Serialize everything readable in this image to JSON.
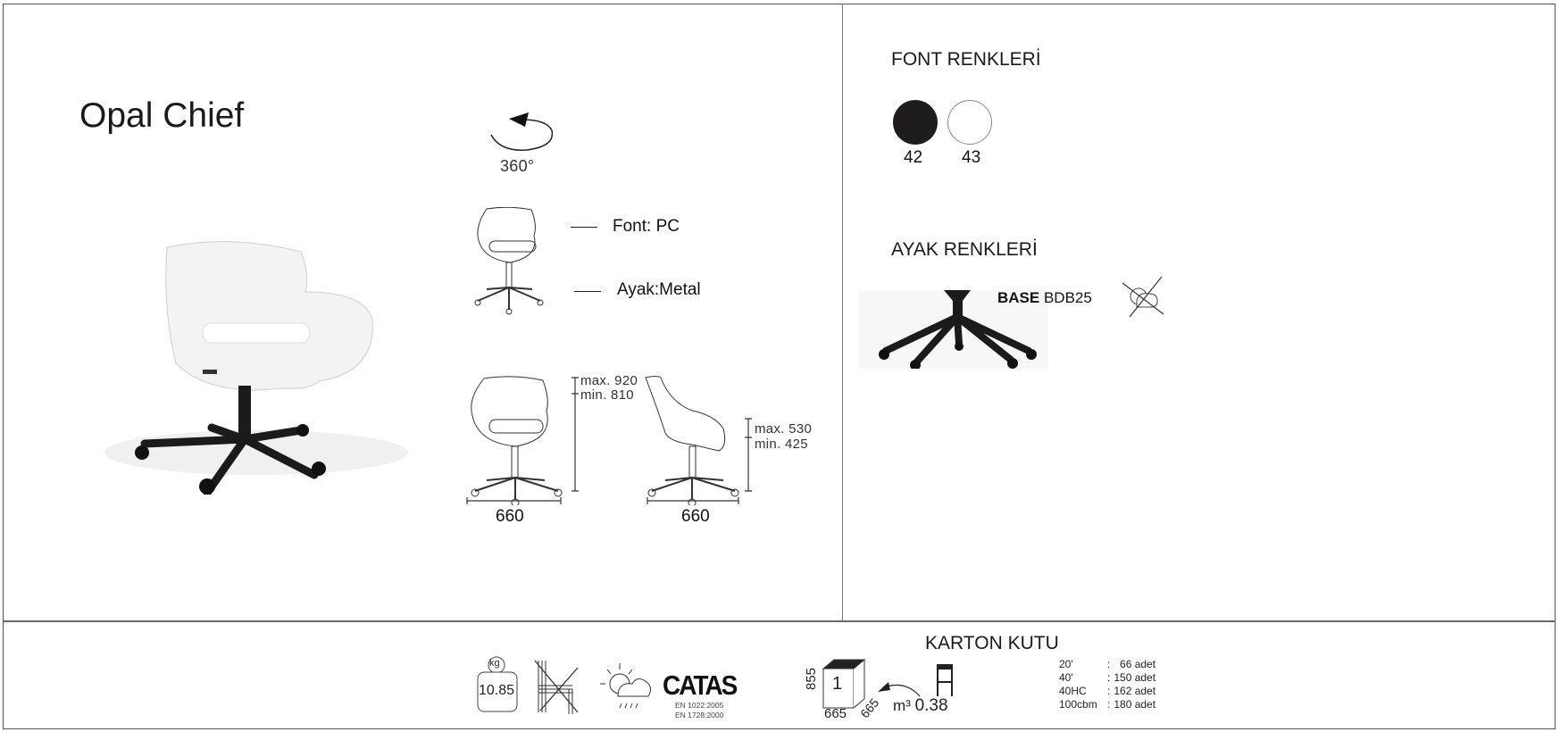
{
  "product": {
    "title": "Opal Chief"
  },
  "rotation": {
    "label": "360°"
  },
  "materials": [
    {
      "label": "Font: PC"
    },
    {
      "label": "Ayak:Metal"
    }
  ],
  "dimensions": {
    "front_height_max": "max. 920",
    "front_height_min": "min. 810",
    "front_width": "660",
    "side_seat_max": "max. 530",
    "side_seat_min": "min. 425",
    "side_depth": "660"
  },
  "font_colors": {
    "heading": "FONT RENKLERİ",
    "swatches": [
      {
        "code": "42",
        "color": "#1e1c1d"
      },
      {
        "code": "43",
        "color": "#ffffff"
      }
    ]
  },
  "leg_colors": {
    "heading": "AYAK RENKLERİ",
    "base_bold": "BASE",
    "base_code": "BDB25"
  },
  "footer": {
    "weight": "10.85",
    "weight_unit": "kg",
    "certifier": "CATAS",
    "standards": [
      "EN 1022:2005",
      "EN 1728:2000"
    ],
    "carton_heading": "KARTON KUTU",
    "box": {
      "count": "1",
      "height": "855",
      "width": "665",
      "depth": "665"
    },
    "volume_unit": "m³",
    "volume": "0.38",
    "containers": [
      {
        "type": "20'",
        "sep": ":",
        "qty": "66 adet"
      },
      {
        "type": "40'",
        "sep": ":",
        "qty": "150 adet"
      },
      {
        "type": "40HC",
        "sep": ":",
        "qty": "162 adet"
      },
      {
        "type": "100cbm",
        "sep": ":",
        "qty": "180 adet"
      }
    ]
  }
}
